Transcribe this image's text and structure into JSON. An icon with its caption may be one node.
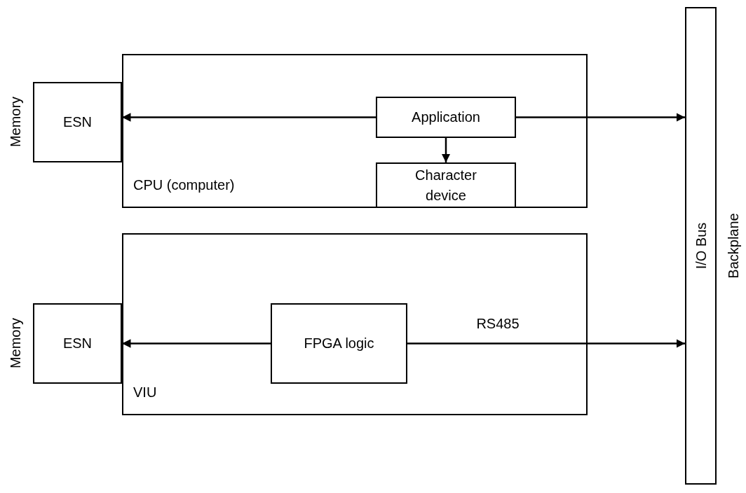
{
  "diagram": {
    "nodes": [
      {
        "text": [
          "CPU (computer)"
        ]
      },
      {
        "text": [
          "ESN"
        ],
        "beside": [
          "Memory"
        ]
      },
      {
        "text": [
          "Application"
        ],
        "in": 0
      },
      {
        "text": [
          "Character device"
        ],
        "in": 0
      },
      {
        "text": [
          "VIU"
        ]
      },
      {
        "text": [
          "ESN"
        ],
        "beside": [
          "Memory"
        ]
      },
      {
        "text": [
          "FPGA logic"
        ],
        "in": 4
      },
      {
        "text": [
          "I/O Bus"
        ],
        "beside": [
          "Backplane"
        ]
      }
    ],
    "edges": [
      {
        "from": 2,
        "to": 1,
        "arrow": "to"
      },
      {
        "from": 2,
        "to": 7,
        "arrow": "to"
      },
      {
        "from": 2,
        "to": 3,
        "arrow": "to"
      },
      {
        "from": 6,
        "to": 5,
        "arrow": "to"
      },
      {
        "from": 6,
        "to": 7,
        "arrow": "to",
        "label": "RS485"
      }
    ]
  }
}
